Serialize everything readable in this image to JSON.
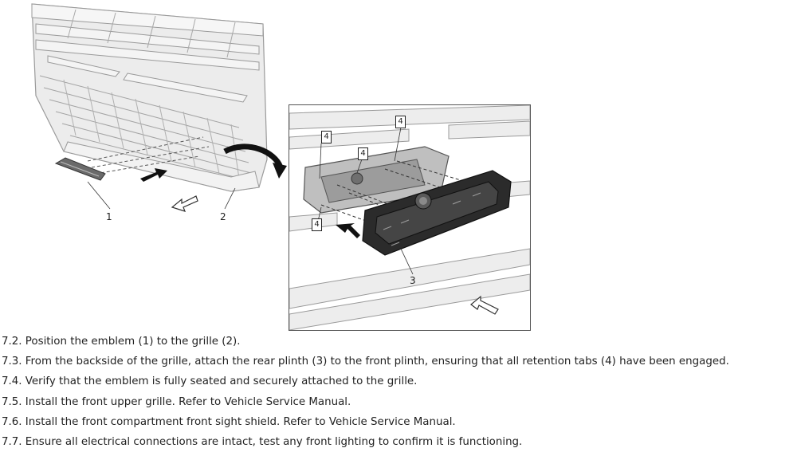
{
  "figure": {
    "left_callouts": {
      "emblem": "1",
      "grille": "2"
    },
    "right_callouts": {
      "rear_plinth": "3",
      "retention_tab": "4"
    }
  },
  "steps": [
    "7.2. Position the emblem (1) to the grille (2).",
    "7.3. From the backside of the grille, attach the rear plinth (3) to the front plinth, ensuring that all retention tabs (4) have been engaged.",
    "7.4. Verify that the emblem is fully seated and securely attached to the grille.",
    "7.5. Install the front upper grille. Refer to Vehicle Service Manual.",
    "7.6. Install the front compartment front sight shield. Refer to Vehicle Service Manual.",
    "7.7. Ensure all electrical connections are intact, test any front lighting to confirm it is functioning."
  ]
}
